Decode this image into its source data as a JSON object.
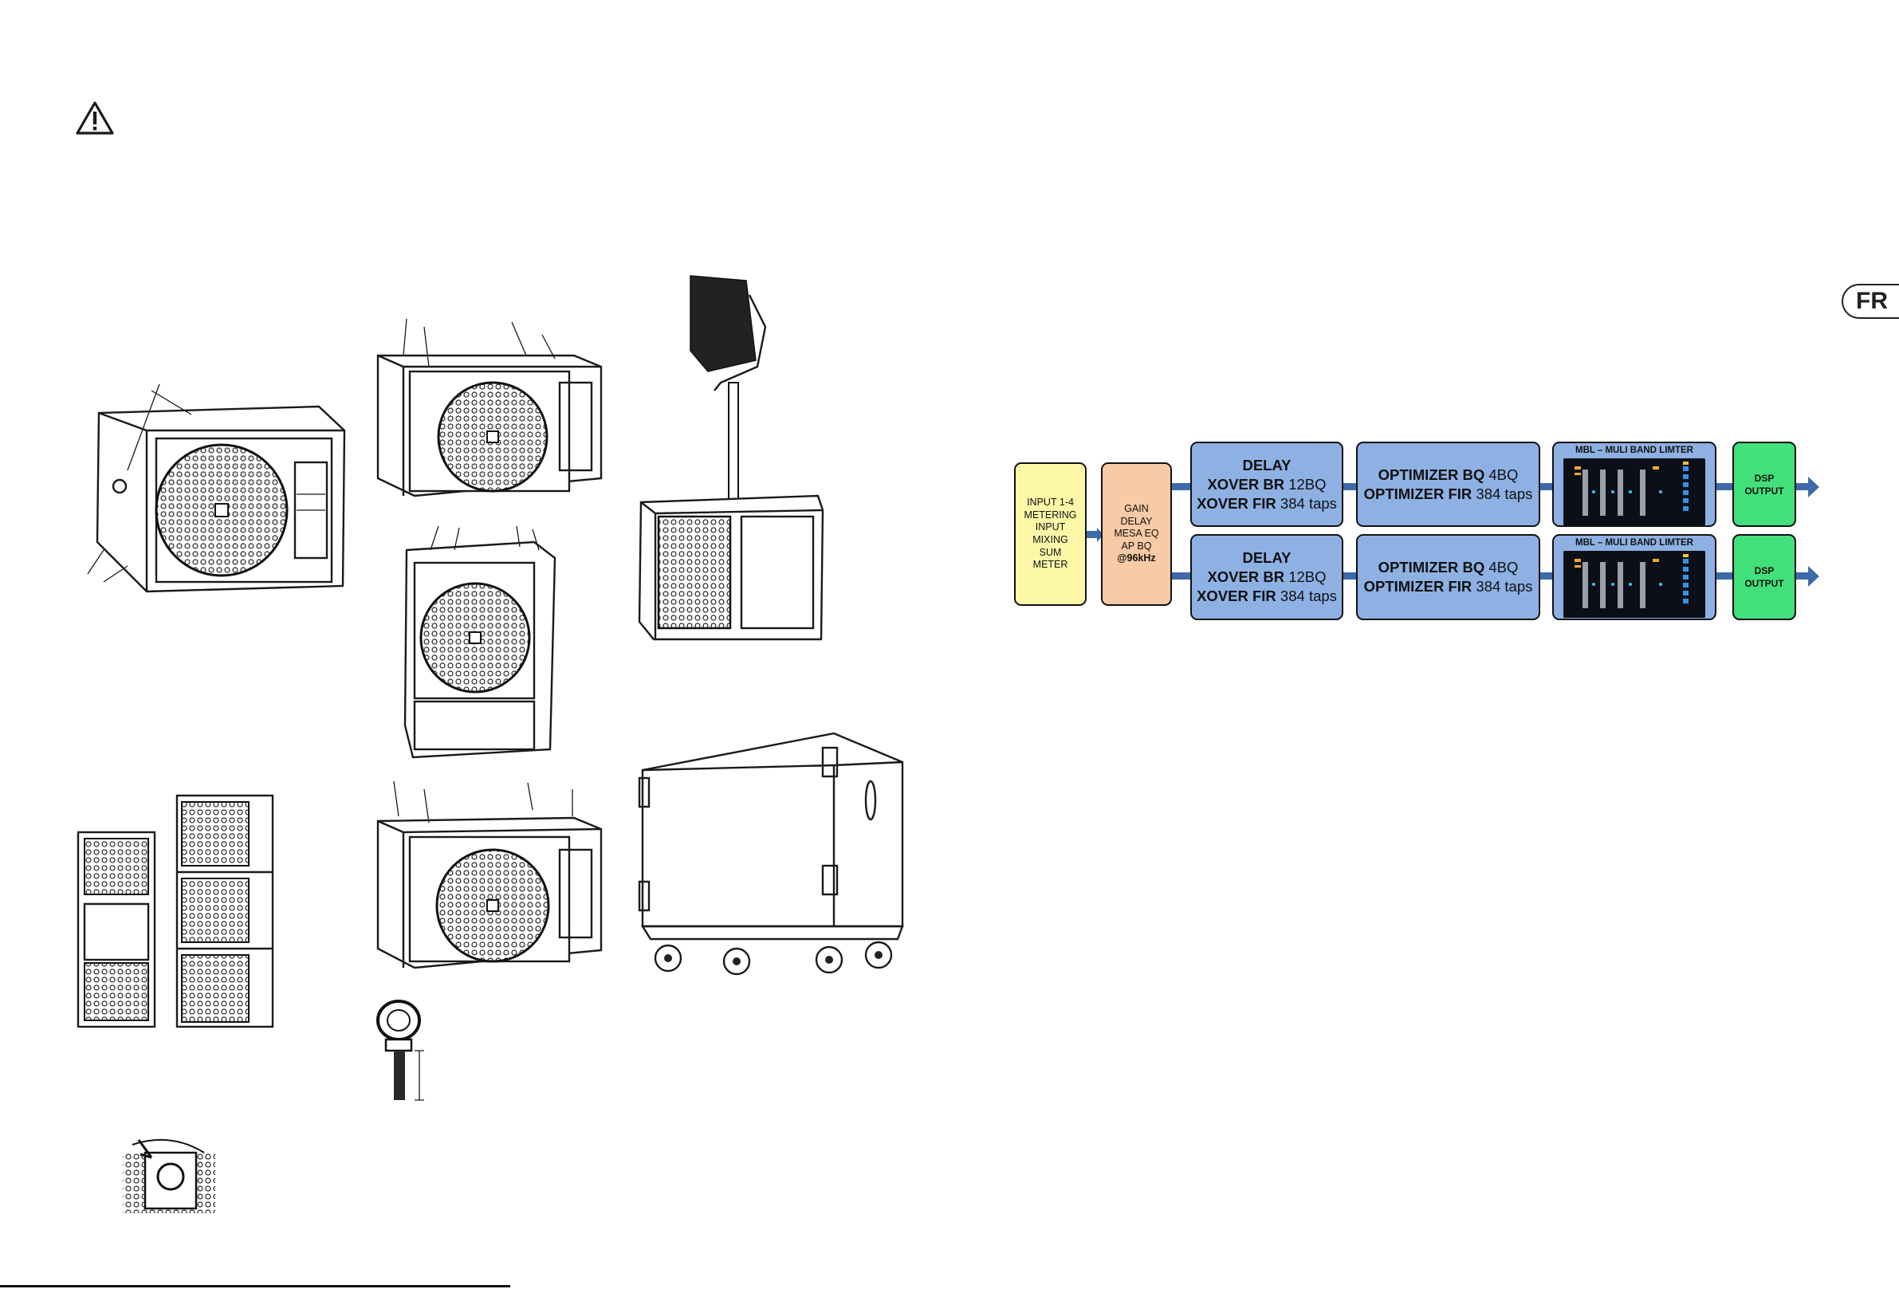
{
  "language_tab": "FR",
  "warning": {
    "icon": "warning-triangle-icon"
  },
  "diagram": {
    "input_box": {
      "lines": [
        "INPUT 1-4",
        "METERING",
        "INPUT",
        "MIXING",
        "SUM",
        "METER"
      ],
      "color": "#fcf8a7"
    },
    "gain_box": {
      "lines": [
        "GAIN",
        "DELAY",
        "MESA EQ",
        "AP BQ"
      ],
      "bold_line": "@96kHz",
      "color": "#f8caa5"
    },
    "channels": [
      {
        "delay_box": {
          "title": "DELAY",
          "line2_bold": "XOVER BR",
          "line2_rest": " 12BQ",
          "line3_bold": "XOVER FIR",
          "line3_rest": " 384 taps"
        },
        "optimizer_box": {
          "line1_bold": "OPTIMIZER BQ",
          "line1_rest": " 4BQ",
          "line2_bold": "OPTIMIZER FIR",
          "line2_rest": " 384 taps"
        },
        "mbl_box": {
          "title": "MBL – MULI BAND LIMTER"
        },
        "dsp_box": {
          "line1": "DSP",
          "line2": "OUTPUT"
        }
      },
      {
        "delay_box": {
          "title": "DELAY",
          "line2_bold": "XOVER BR",
          "line2_rest": " 12BQ",
          "line3_bold": "XOVER FIR",
          "line3_rest": " 384 taps"
        },
        "optimizer_box": {
          "line1_bold": "OPTIMIZER BQ",
          "line1_rest": " 4BQ",
          "line2_bold": "OPTIMIZER FIR",
          "line2_rest": " 384 taps"
        },
        "mbl_box": {
          "title": "MBL – MULI BAND LIMTER"
        },
        "dsp_box": {
          "line1": "DSP",
          "line2": "OUTPUT"
        }
      }
    ],
    "colors": {
      "blue_box": "#8eb1e3",
      "green_box": "#42e07a",
      "arrow": "#3f6aa8"
    }
  }
}
